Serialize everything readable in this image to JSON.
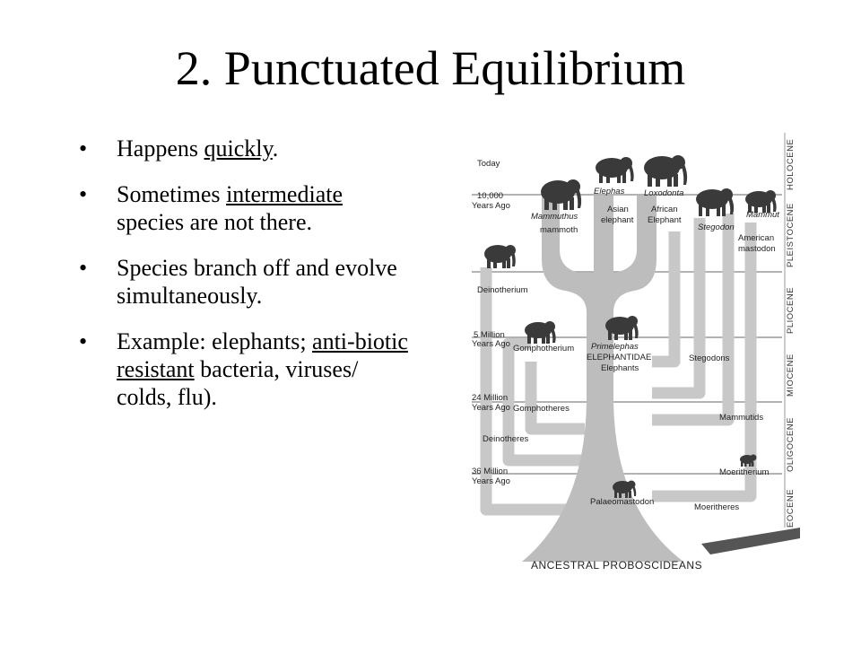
{
  "slide": {
    "title": "2. Punctuated Equilibrium",
    "bullets": [
      {
        "pre": "Happens ",
        "u": "quickly",
        "post": "."
      },
      {
        "pre": "Sometimes ",
        "u": "intermediate",
        "post": " species are not there."
      },
      {
        "pre": "Species branch off and evolve simultaneously.",
        "u": "",
        "post": ""
      },
      {
        "pre": " Example: elephants; ",
        "u": "anti-biotic resistant",
        "post": " bacteria, viruses/ colds, flu)."
      }
    ],
    "bullet_char": "•"
  },
  "figure": {
    "time_labels": {
      "today": "Today",
      "t10k_a": "10,000",
      "t10k_b": "Years Ago",
      "t5m_a": "5 Million",
      "t5m_b": "Years Ago",
      "t24m_a": "24 Million",
      "t24m_b": "Years Ago",
      "t36m_a": "36 Million",
      "t36m_b": "Years Ago"
    },
    "eras": [
      "HOLOCENE",
      "PLEISTOCENE",
      "PLIOCENE",
      "MIOCENE",
      "OLIGOCENE",
      "EOCENE"
    ],
    "taxa": {
      "elephas": "Elephas",
      "loxodonta": "Loxodonta",
      "mammuthus": "Mammuthus",
      "mammoth": "mammoth",
      "asian_a": "Asian",
      "asian_b": "elephant",
      "african_a": "African",
      "african_b": "Elephant",
      "stegodon": "Stegodon",
      "mammut": "Mammut",
      "american_a": "American",
      "american_b": "mastodon",
      "deinotherium": "Deinotherium",
      "gomphotherium": "Gomphotherium",
      "primelephas": "Primelephas",
      "elephantidae": "ELEPHANTIDAE",
      "elephants": "Elephants",
      "stegodons": "Stegodons",
      "gomphotheres": "Gomphotheres",
      "mammutids": "Mammutids",
      "deinotheres": "Deinotheres",
      "moeritherium": "Moeritherium",
      "palaeomastodon": "Palaeomastodon",
      "moeritheres": "Moeritheres"
    },
    "base_label": "ANCESTRAL PROBOSCIDEANS",
    "colors": {
      "branch": "#c8c8c8",
      "line": "#9a9a9a",
      "animal": "#3a3a3a",
      "trunk_dark": "#555555"
    }
  }
}
